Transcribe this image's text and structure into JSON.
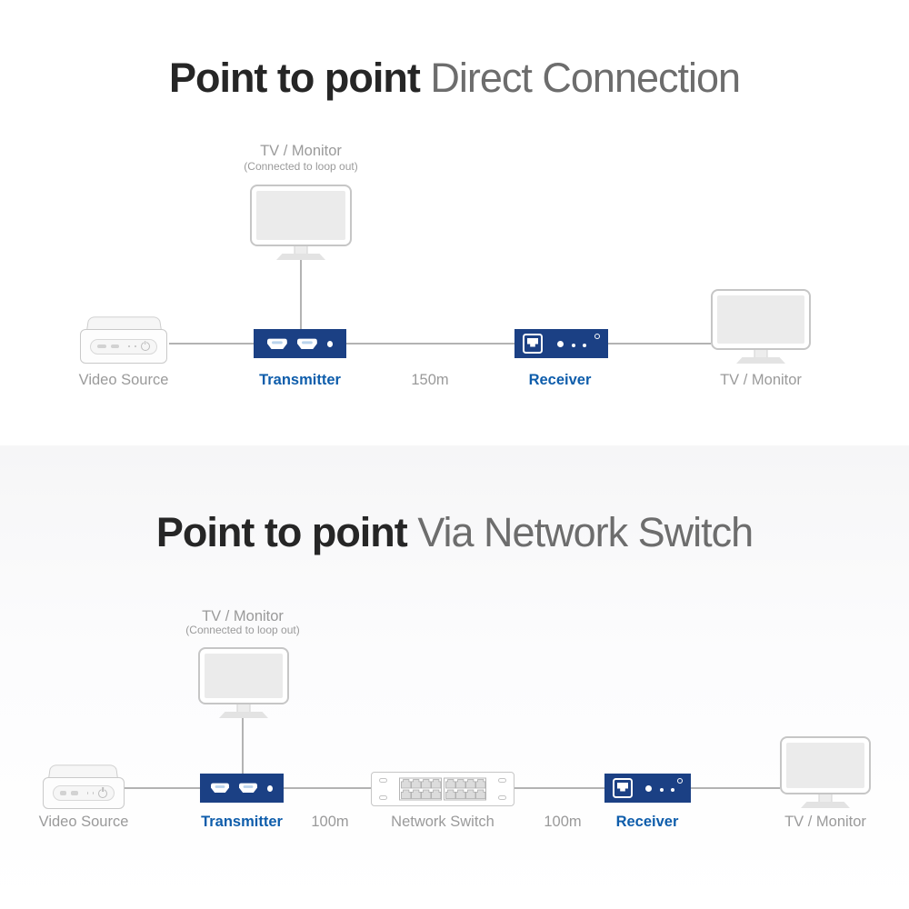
{
  "palette": {
    "navy_device": "#1B4084",
    "blue_label": "#0E5DAB",
    "gray_label": "#9A9A9A",
    "title_dark": "#262626",
    "title_gray": "#6D6D6D",
    "line_gray": "#B3B3B3"
  },
  "sections": [
    {
      "title_bold": "Point to point",
      "title_light": "Direct Connection",
      "loop_monitor_label": "TV / Monitor",
      "loop_monitor_sublabel": "(Connected to loop out)",
      "video_source_label": "Video Source",
      "transmitter_label": "Transmitter",
      "distance_label": "150m",
      "receiver_label": "Receiver",
      "monitor_label": "TV / Monitor"
    },
    {
      "title_bold": "Point to point",
      "title_light": "Via Network Switch",
      "loop_monitor_label": "TV / Monitor",
      "loop_monitor_sublabel": "(Connected to loop out)",
      "video_source_label": "Video Source",
      "transmitter_label": "Transmitter",
      "distance1_label": "100m",
      "switch_label": "Network Switch",
      "distance2_label": "100m",
      "receiver_label": "Receiver",
      "monitor_label": "TV / Monitor"
    }
  ]
}
